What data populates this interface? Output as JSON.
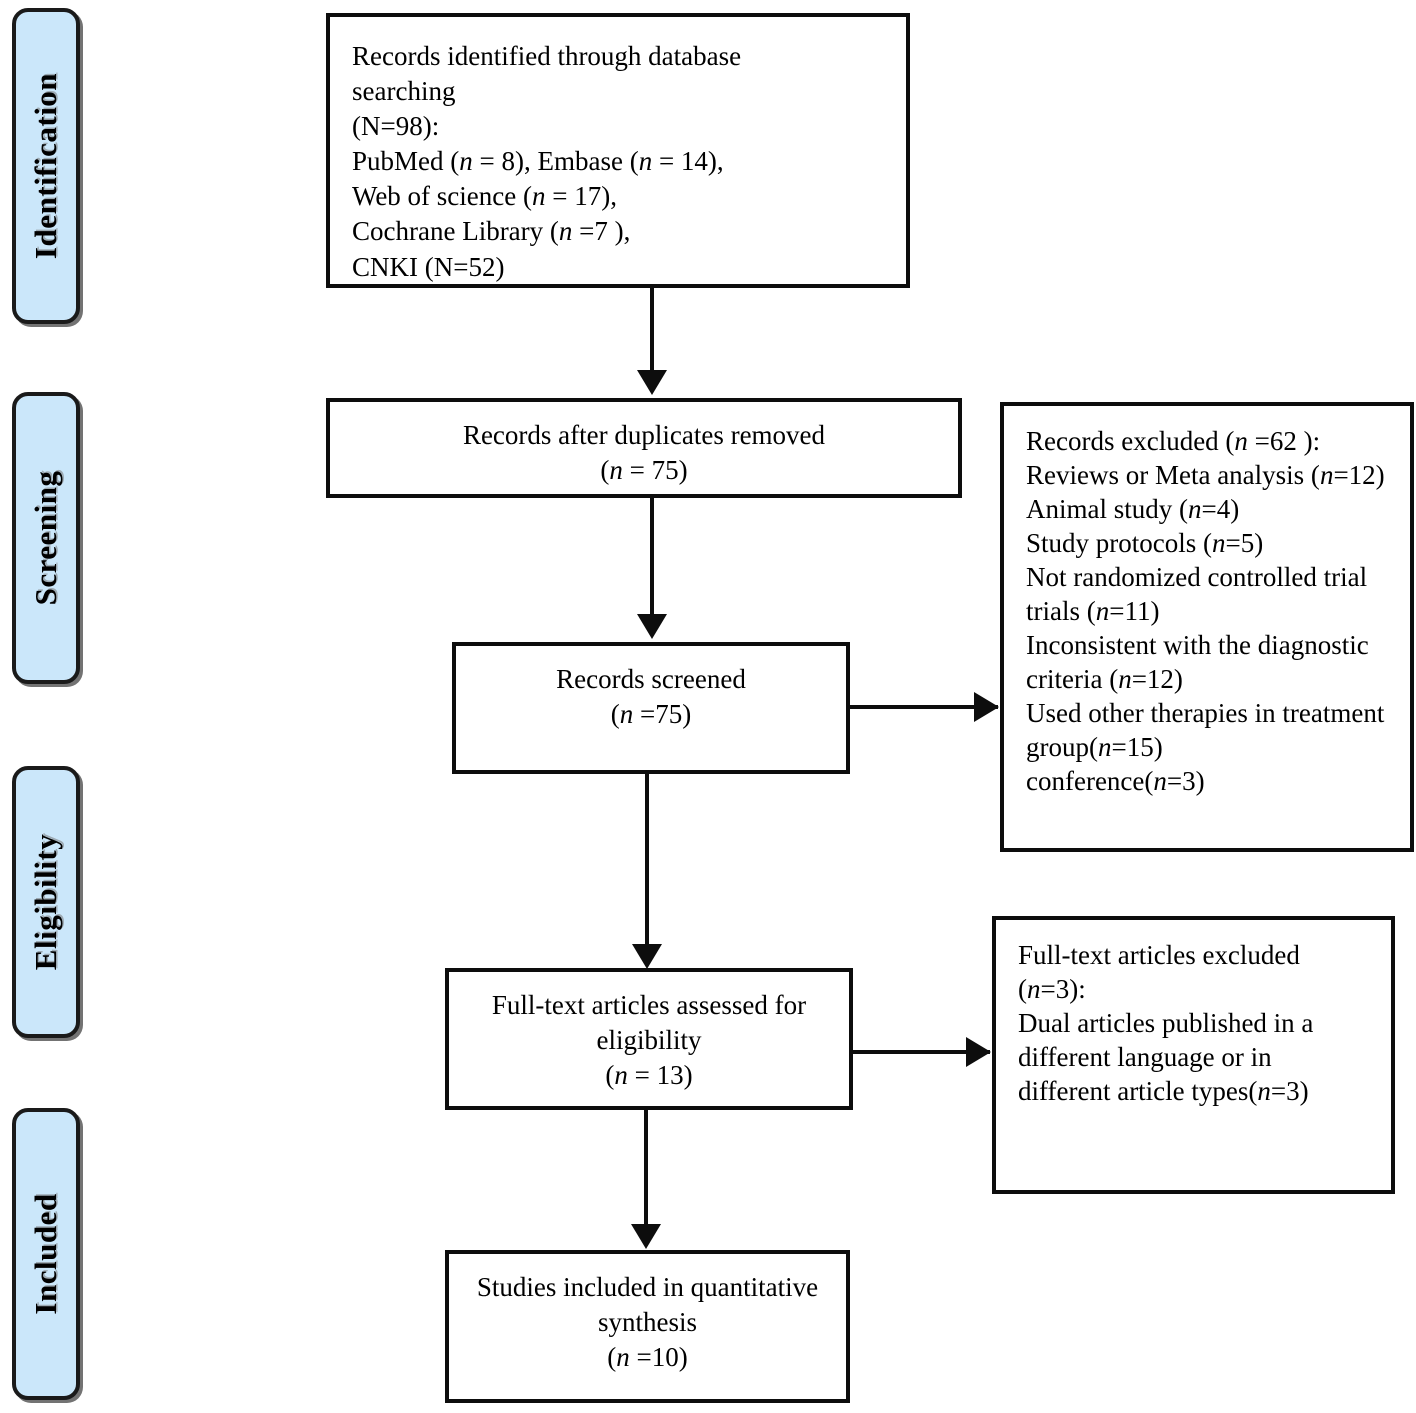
{
  "diagram": {
    "title": "PRISMA flow diagram",
    "type": "prisma-flowchart",
    "colors": {
      "stage_fill": "#cbe7fa",
      "stage_border": "#1a1a1a",
      "box_border": "#0d0d0d",
      "text": "#000000",
      "background": "#ffffff"
    }
  },
  "stages": [
    {
      "id": "identification",
      "label": "Identification"
    },
    {
      "id": "screening",
      "label": "Screening"
    },
    {
      "id": "eligibility",
      "label": "Eligibility"
    },
    {
      "id": "included",
      "label": "Included"
    }
  ],
  "boxes": {
    "identified": {
      "id": "records-identified",
      "text": "Records identified through database\nsearching\n(N=98):\n    PubMed (n = 8), Embase (n = 14),\n    Web of science (n = 17),\n    Cochrane Library (n =7 ),\n    CNKI (N=52)",
      "total": 98,
      "sources": [
        {
          "name": "PubMed",
          "n": 8
        },
        {
          "name": "Embase",
          "n": 14
        },
        {
          "name": "Web of science",
          "n": 17
        },
        {
          "name": "Cochrane Library",
          "n": 7
        },
        {
          "name": "CNKI",
          "n": 52
        }
      ]
    },
    "after_duplicates": {
      "id": "records-after-duplicates-removed",
      "text": "Records after duplicates removed\n(n = 75)",
      "n": 75
    },
    "screened": {
      "id": "records-screened",
      "text": "Records screened\n(n =75)",
      "n": 75
    },
    "records_excluded": {
      "id": "records-excluded",
      "text": "Records excluded (n =62 ):\nReviews or Meta analysis (n=12)\nAnimal study (n=4)\nStudy protocols (n=5)\nNot randomized controlled trial\ntrials (n=11)\nInconsistent with the diagnostic\ncriteria (n=12)\nUsed other therapies in treatment\ngroup(n=15)\nconference(n=3)",
      "total": 62,
      "reasons": [
        {
          "reason": "Reviews or Meta analysis",
          "n": 12
        },
        {
          "reason": "Animal study",
          "n": 4
        },
        {
          "reason": "Study protocols",
          "n": 5
        },
        {
          "reason": "Not randomized controlled trial trials",
          "n": 11
        },
        {
          "reason": "Inconsistent with the diagnostic criteria",
          "n": 12
        },
        {
          "reason": "Used other therapies in treatment group",
          "n": 15
        },
        {
          "reason": "conference",
          "n": 3
        }
      ]
    },
    "fulltext_assessed": {
      "id": "full-text-articles-assessed",
      "text": "Full-text articles assessed for\neligibility\n(n = 13)",
      "n": 13
    },
    "fulltext_excluded": {
      "id": "full-text-articles-excluded",
      "text": "Full-text articles excluded\n(n=3):\nDual articles published in a\ndifferent language or in\ndifferent article types(n=3)",
      "total": 3,
      "reasons": [
        {
          "reason": "Dual articles published in a different language or in different article types",
          "n": 3
        }
      ]
    },
    "included_studies": {
      "id": "studies-included-quantitative-synthesis",
      "text": "Studies included in quantitative\nsynthesis\n(n =10)",
      "n": 10
    }
  },
  "connectors": [
    {
      "id": "identified-to-after-duplicates",
      "from": "identified",
      "to": "after_duplicates",
      "direction": "down"
    },
    {
      "id": "after-duplicates-to-screened",
      "from": "after_duplicates",
      "to": "screened",
      "direction": "down"
    },
    {
      "id": "screened-to-records-excluded",
      "from": "screened",
      "to": "records_excluded",
      "direction": "right"
    },
    {
      "id": "screened-to-fulltext",
      "from": "screened",
      "to": "fulltext_assessed",
      "direction": "down"
    },
    {
      "id": "fulltext-to-fulltext-excluded",
      "from": "fulltext_assessed",
      "to": "fulltext_excluded",
      "direction": "right"
    },
    {
      "id": "fulltext-to-included",
      "from": "fulltext_assessed",
      "to": "included_studies",
      "direction": "down"
    }
  ]
}
